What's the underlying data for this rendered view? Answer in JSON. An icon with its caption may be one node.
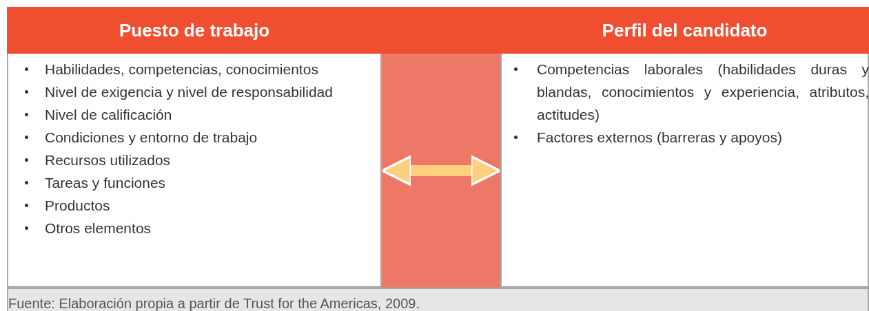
{
  "diagram": {
    "caption": "Fuente: Elaboración propia a partir de Trust for the Americas, 2009.",
    "nodes": [
      {
        "text": [
          "Puesto de trabajo",
          "Habilidades, competencias, conocimientos",
          "Nivel de exigencia y nivel de responsabilidad",
          "Nivel de calificación",
          "Condiciones y entorno de trabajo",
          "Recursos utilizados",
          "Tareas y funciones",
          "Productos",
          "Otros elementos"
        ]
      },
      {
        "text": [
          "Perfil del candidato",
          "Competencias laborales (habilidades duras y blandas, conocimientos y experiencia, atributos, actitudes)",
          "Factores externos (barreras y apoyos)"
        ]
      }
    ],
    "edges": [
      {
        "from": 0,
        "to": 1,
        "arrow": "both"
      }
    ]
  }
}
